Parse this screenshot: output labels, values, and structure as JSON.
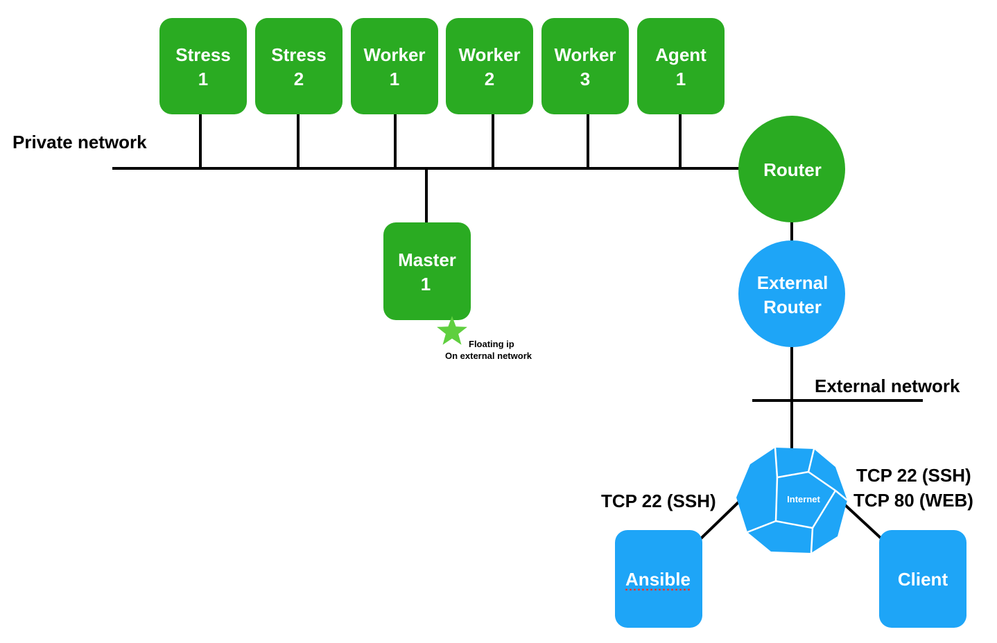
{
  "colors": {
    "private_node": "#2aab22",
    "external_node": "#1ea5f7",
    "floating_star": "#5fcf3f",
    "wire": "#000000",
    "text_on_node": "#ffffff",
    "ansible_underline": "#e53935"
  },
  "private_network": {
    "label": "Private network",
    "nodes": [
      {
        "name": "Stress",
        "number": "1"
      },
      {
        "name": "Stress",
        "number": "2"
      },
      {
        "name": "Worker",
        "number": "1"
      },
      {
        "name": "Worker",
        "number": "2"
      },
      {
        "name": "Worker",
        "number": "3"
      },
      {
        "name": "Agent",
        "number": "1"
      }
    ],
    "master": {
      "name": "Master",
      "number": "1"
    },
    "router": {
      "label": "Router"
    }
  },
  "floating_ip": {
    "icon": "star-icon",
    "line1": "Floating ip",
    "line2": "On external network"
  },
  "external": {
    "router": {
      "line1": "External",
      "line2": "Router"
    },
    "network_label": "External network",
    "internet": {
      "icon": "dodecahedron-icon",
      "label": "Internet"
    },
    "left_port_label": "TCP 22 (SSH)",
    "right_port_labels": [
      "TCP 22 (SSH)",
      "TCP 80 (WEB)"
    ],
    "ansible": {
      "label": "Ansible"
    },
    "client": {
      "label": "Client"
    }
  }
}
